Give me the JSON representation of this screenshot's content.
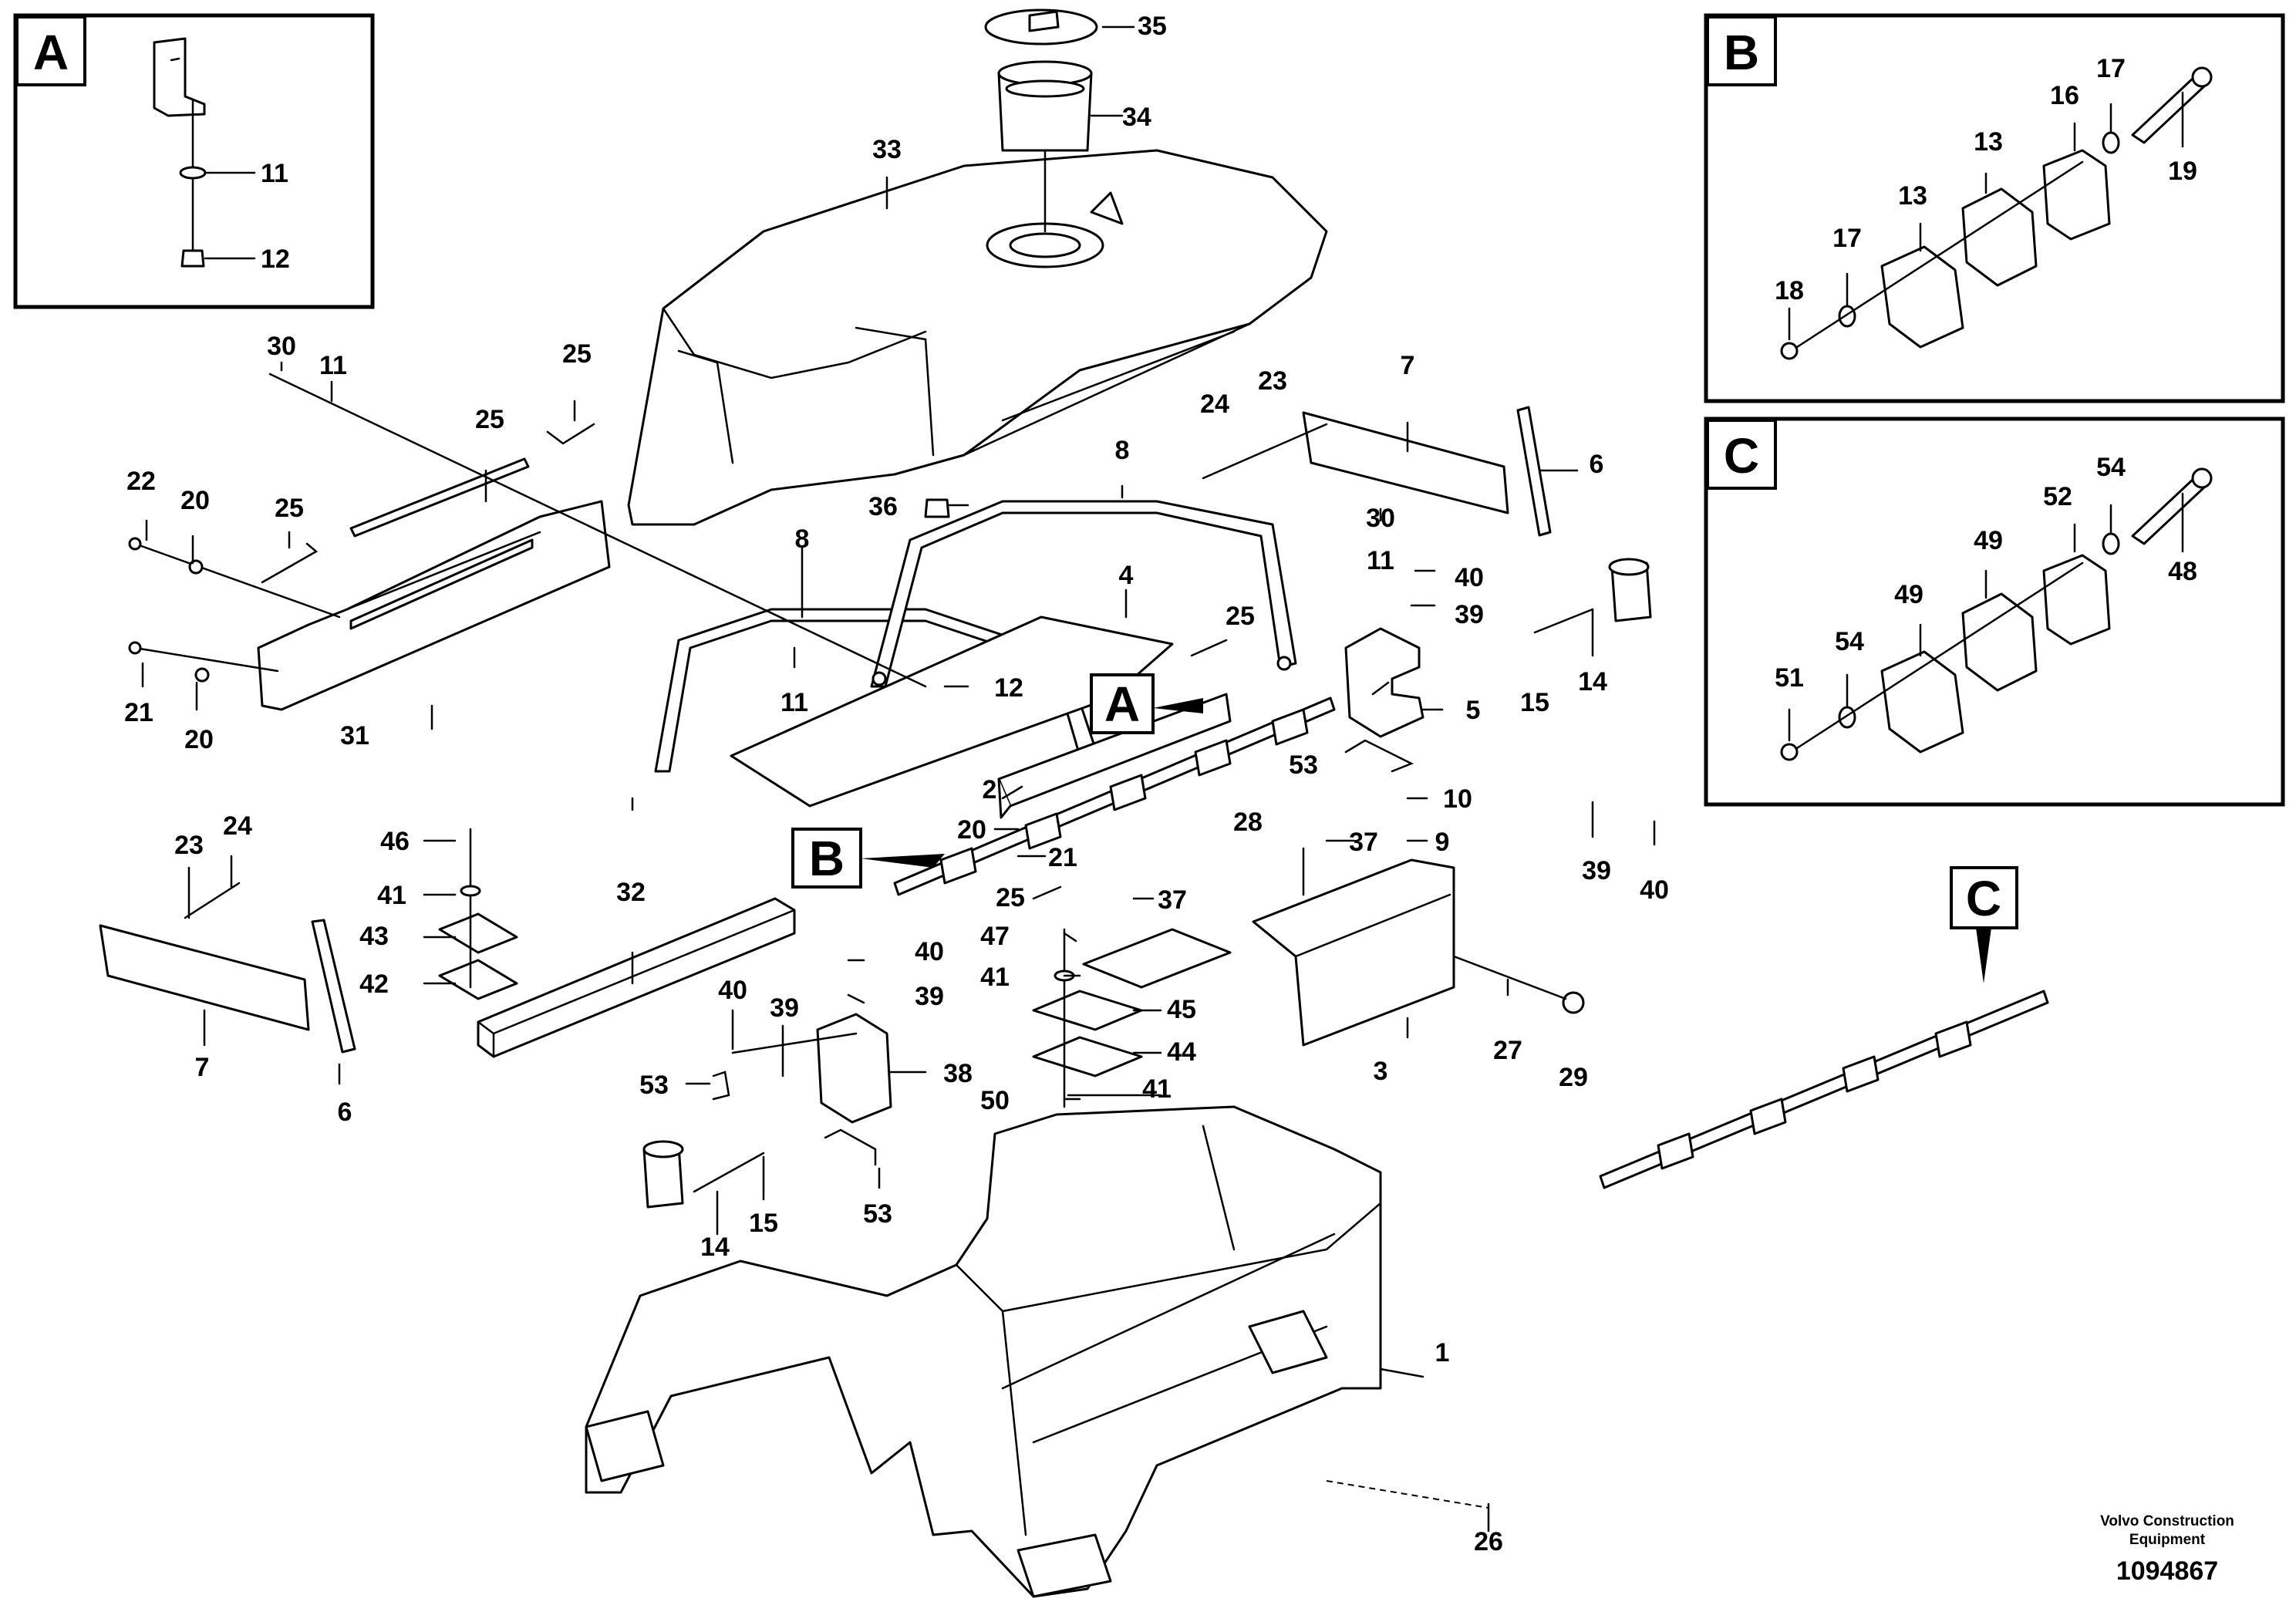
{
  "detail_labels": {
    "a": "A",
    "b": "B",
    "c": "C"
  },
  "parts": {
    "p1": "1",
    "p2": "2",
    "p3": "3",
    "p4": "4",
    "p5": "5",
    "p6": "6",
    "p7": "7",
    "p8": "8",
    "p9": "9",
    "p10": "10",
    "p11": "11",
    "p12": "12",
    "p13": "13",
    "p14": "14",
    "p15": "15",
    "p16": "16",
    "p17": "17",
    "p18": "18",
    "p19": "19",
    "p20": "20",
    "p21": "21",
    "p22": "22",
    "p23": "23",
    "p24": "24",
    "p25": "25",
    "p26": "26",
    "p27": "27",
    "p28": "28",
    "p29": "29",
    "p30": "30",
    "p31": "31",
    "p32": "32",
    "p33": "33",
    "p34": "34",
    "p35": "35",
    "p36": "36",
    "p37": "37",
    "p38": "38",
    "p39": "39",
    "p40": "40",
    "p41": "41",
    "p42": "42",
    "p43": "43",
    "p44": "44",
    "p45": "45",
    "p46": "46",
    "p47": "47",
    "p48": "48",
    "p49": "49",
    "p50": "50",
    "p51": "51",
    "p52": "52",
    "p53": "53",
    "p54": "54"
  },
  "footer": {
    "company_line1": "Volvo Construction",
    "company_line2": "Equipment",
    "drawing_number": "1094867"
  }
}
